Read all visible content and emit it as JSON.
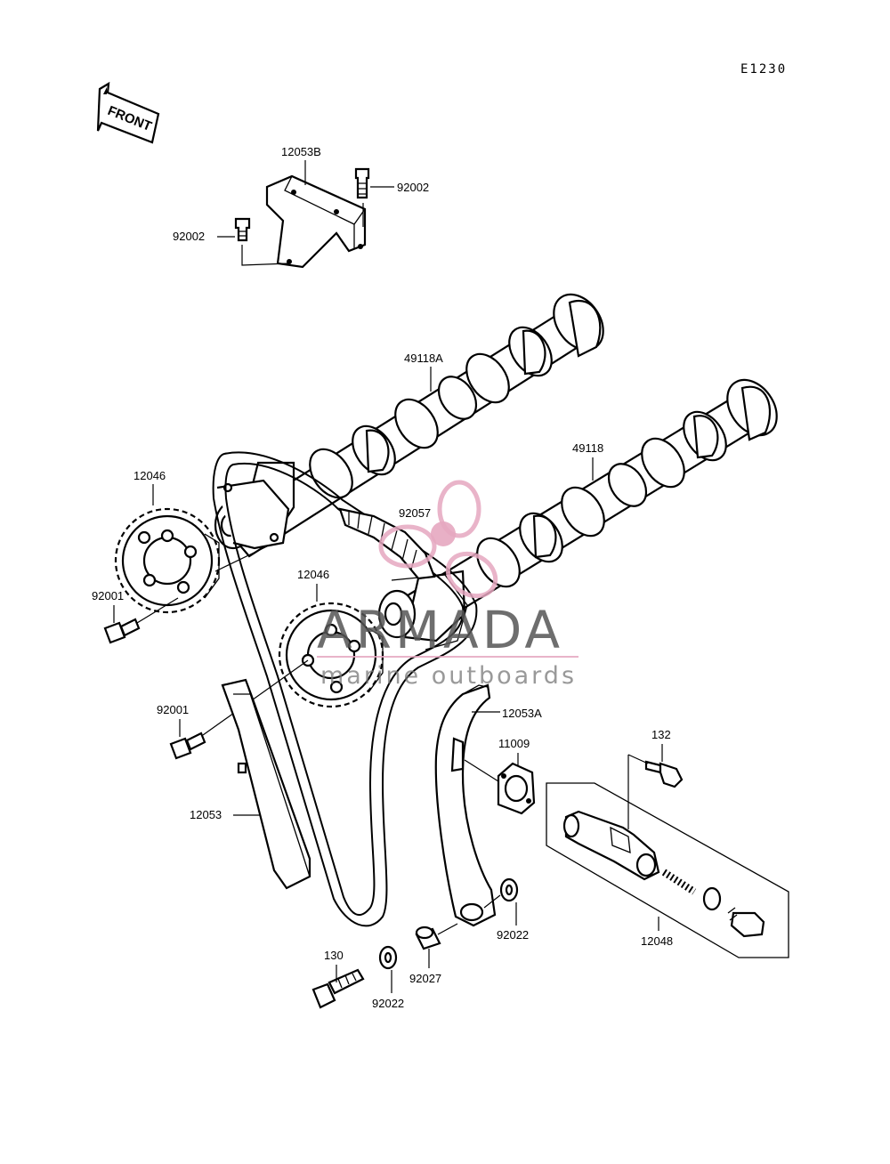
{
  "diagram_code": "E1230",
  "front_label": "FRONT",
  "watermark": {
    "title": "ARMADA",
    "subtitle": "marine outboards"
  },
  "parts": {
    "chain_guide_upper": "12053B",
    "bolt_bracket_right": "92002",
    "bolt_bracket_left": "92002",
    "camshaft_upper": "49118A",
    "camshaft_lower": "49118",
    "sprocket_upper": "12046",
    "sprocket_lower": "12046",
    "chain": "92057",
    "bolt_sprocket_upper": "92001",
    "bolt_sprocket_lower": "92001",
    "chain_guide_rear": "12053A",
    "gasket": "11009",
    "bolt_tensioner": "132",
    "chain_guide_front": "12053",
    "tensioner_assy": "12048",
    "washer_right": "92022",
    "collar": "92027",
    "bolt_guide": "130",
    "washer_left": "92022"
  }
}
